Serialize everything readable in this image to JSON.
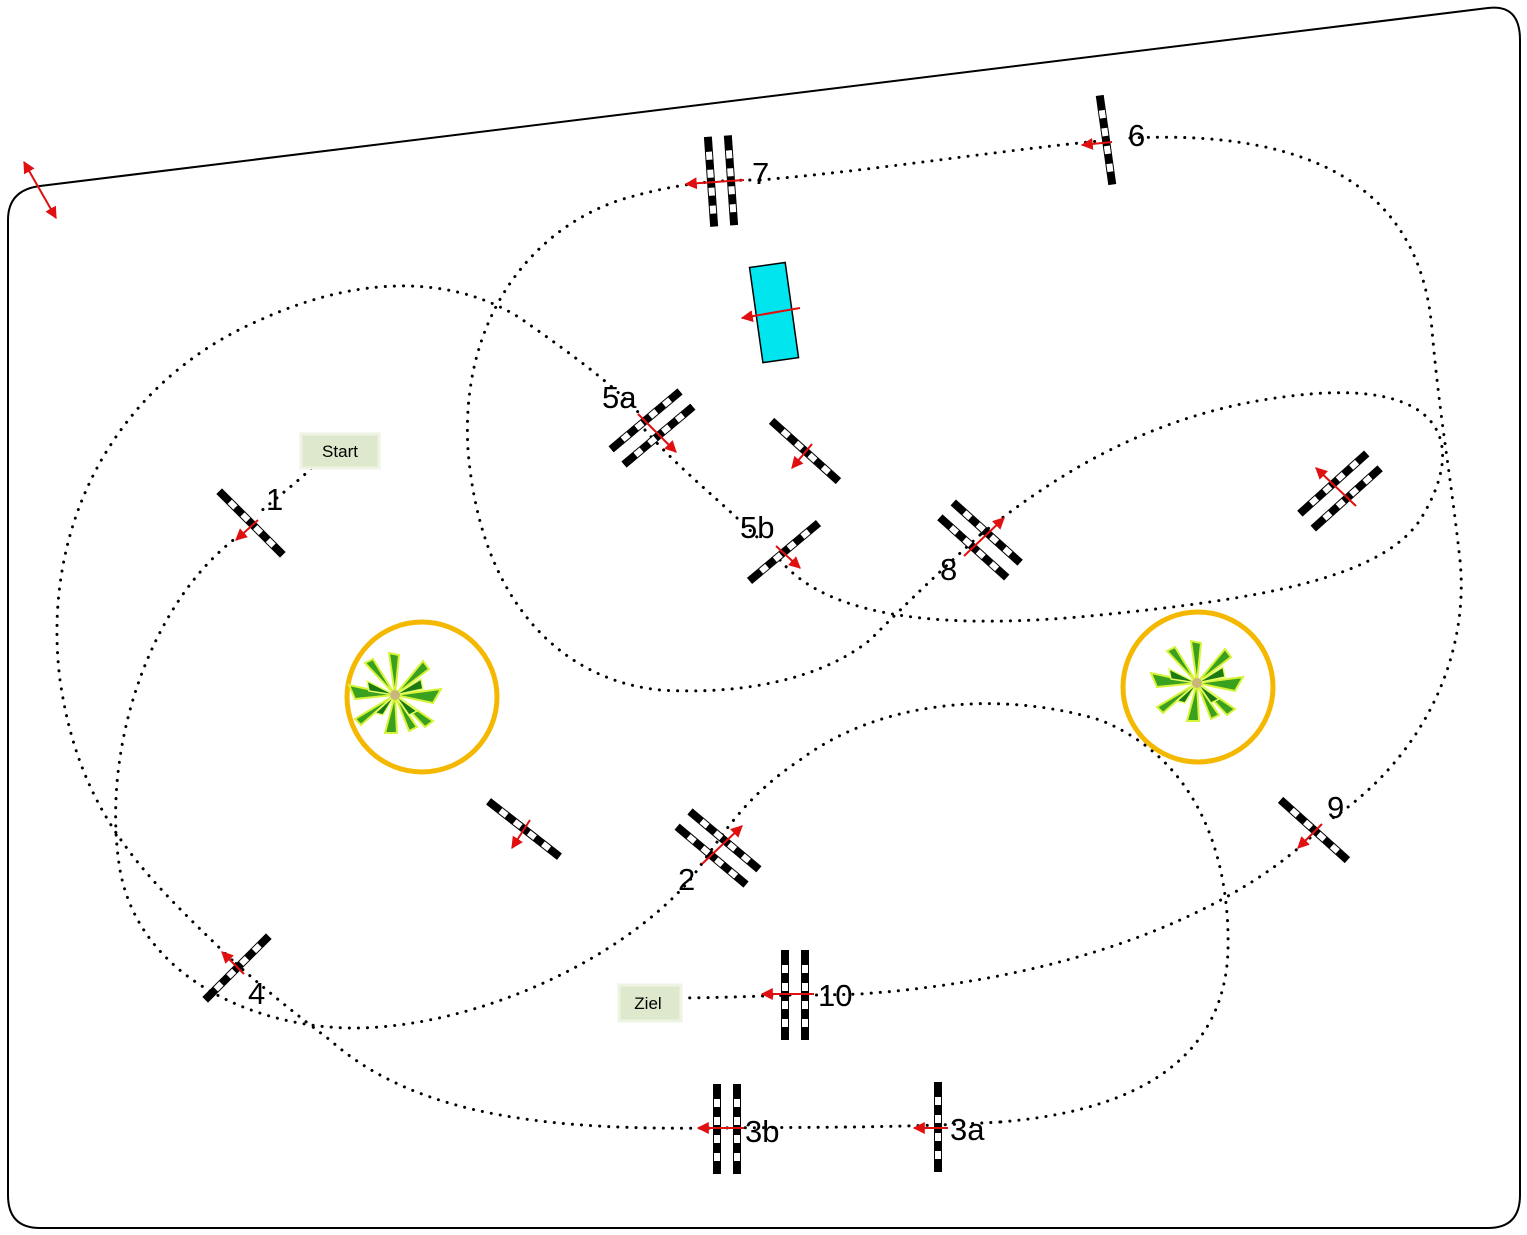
{
  "course": {
    "labels": {
      "start": "Start",
      "finish": "Ziel",
      "jump_1": "1",
      "jump_2": "2",
      "jump_3a": "3a",
      "jump_3b": "3b",
      "jump_4": "4",
      "jump_5a": "5a",
      "jump_5b": "5b",
      "jump_6": "6",
      "jump_7": "7",
      "jump_8": "8",
      "jump_9": "9",
      "jump_10": "10"
    },
    "colors": {
      "arrow": "#e01010",
      "water_jump": "#00e5ee",
      "plant_ring": "#f5b800",
      "start_finish_tag": "#dde8cc",
      "pole_dark": "#000000",
      "pole_light": "#ffffff"
    },
    "icons": [
      "plant-icon",
      "plant-icon",
      "water-jump-icon",
      "direction-arrow-icon"
    ]
  }
}
